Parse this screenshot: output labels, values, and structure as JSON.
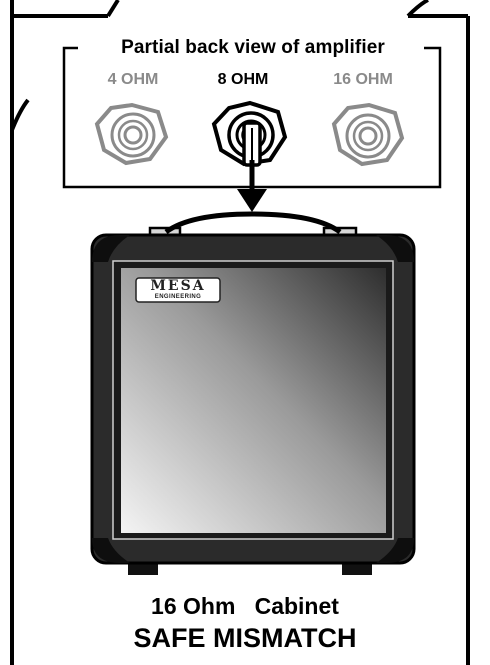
{
  "diagram": {
    "group_label": "Partial back view of amplifier",
    "jacks": [
      {
        "label": "4 OHM",
        "active": false
      },
      {
        "label": "8 OHM",
        "active": true
      },
      {
        "label": "16 OHM",
        "active": false
      }
    ],
    "cabinet": {
      "logo": "MESA",
      "logo_sub": "ENGINEERING"
    },
    "caption": {
      "impedance": "16 Ohm",
      "type": "Cabinet",
      "status": "SAFE MISMATCH"
    }
  },
  "colors": {
    "active": "#000000",
    "inactive": "#8a8a8a",
    "cabinet_body": "#2b2b2b",
    "grille_dark": "#2e2e2e",
    "grille_light": "#f2f2f2"
  },
  "icons": [
    "quarter-inch-jack-icon",
    "cable-plug-icon",
    "down-arrow-icon",
    "speaker-cabinet-icon",
    "handle-icon"
  ]
}
